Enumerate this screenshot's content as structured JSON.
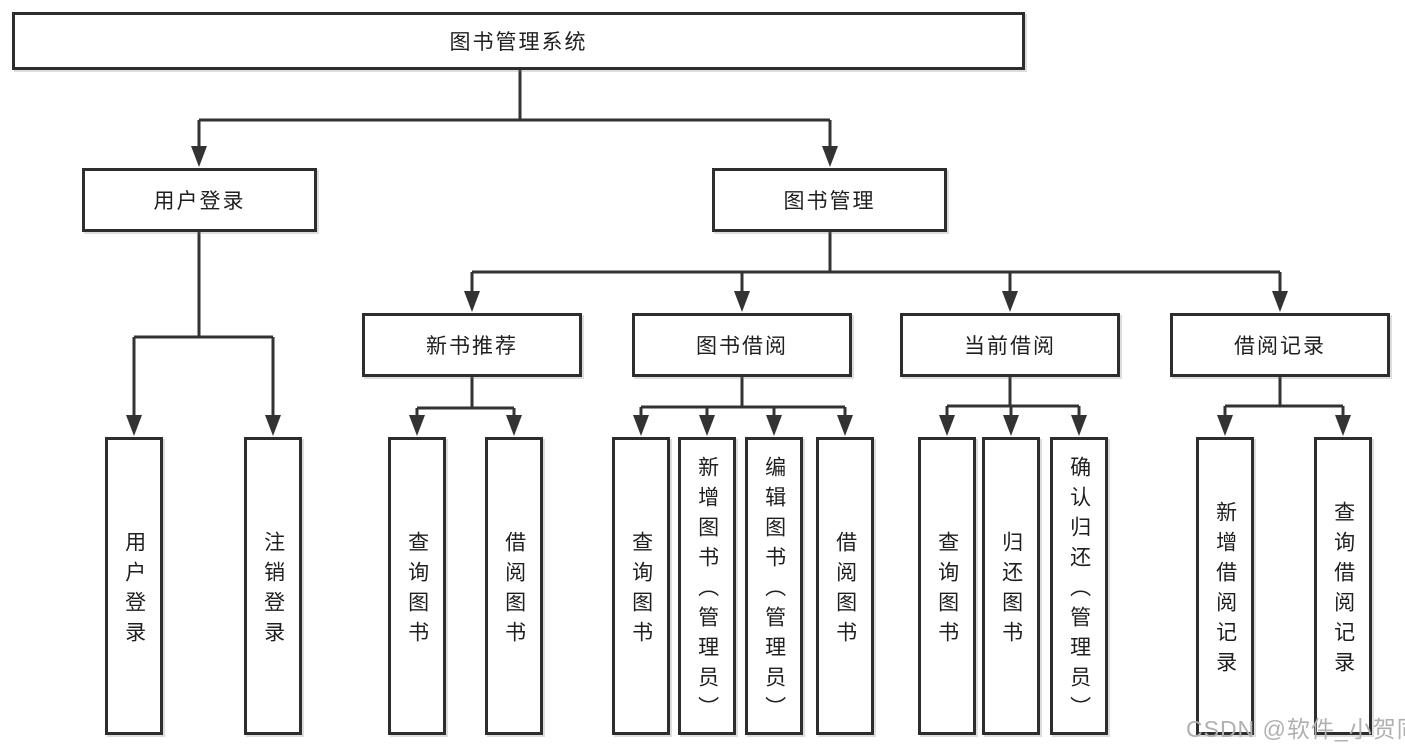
{
  "diagram": {
    "root": {
      "label": "图书管理系统"
    },
    "branches": [
      {
        "label": "用户登录",
        "children": [
          {
            "label": "用户登录"
          },
          {
            "label": "注销登录"
          }
        ]
      },
      {
        "label": "图书管理",
        "children": [
          {
            "label": "新书推荐",
            "children": [
              {
                "label": "查询图书"
              },
              {
                "label": "借阅图书"
              }
            ]
          },
          {
            "label": "图书借阅",
            "children": [
              {
                "label": "查询图书"
              },
              {
                "label": "新增图书（管理员）"
              },
              {
                "label": "编辑图书（管理员）"
              },
              {
                "label": "借阅图书"
              }
            ]
          },
          {
            "label": "当前借阅",
            "children": [
              {
                "label": "查询图书"
              },
              {
                "label": "归还图书"
              },
              {
                "label": "确认归还（管理员）"
              }
            ]
          },
          {
            "label": "借阅记录",
            "children": [
              {
                "label": "新增借阅记录"
              },
              {
                "label": "查询借阅记录"
              }
            ]
          }
        ]
      }
    ],
    "watermark": "CSDN @软件_小贺同学",
    "colors": {
      "line": "#333333",
      "box_border": "#2d2d2d",
      "text": "#1f1f1f",
      "watermark": "#b0b0b0",
      "background": "#ffffff"
    }
  }
}
